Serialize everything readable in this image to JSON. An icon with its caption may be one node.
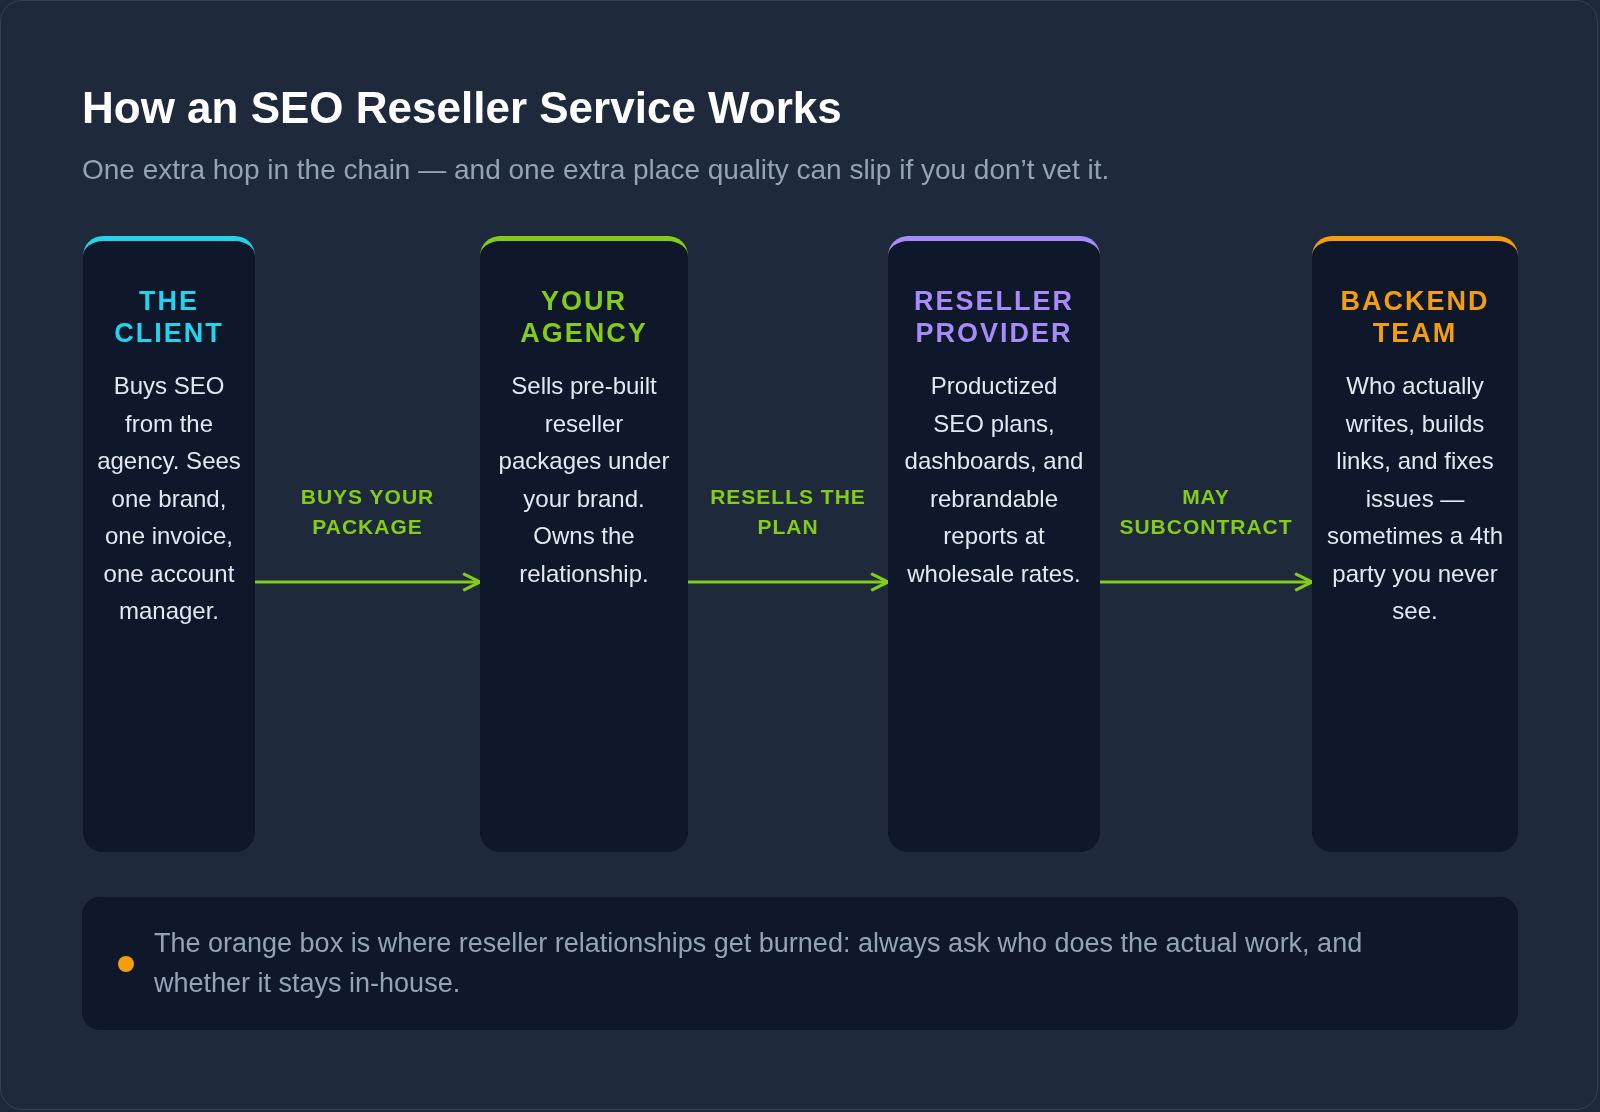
{
  "diagram": {
    "title": "How an SEO Reseller Service Works",
    "nodes": [
      {
        "text": [
          "THE CLIENT",
          "Buys SEO from the agency. Sees one brand, one invoice, one account manager."
        ]
      },
      {
        "text": [
          "YOUR AGENCY",
          "Sells pre-built reseller packages under your brand. Owns the relationship."
        ]
      },
      {
        "text": [
          "RESELLER PROVIDER",
          "Productized SEO plans, dashboards, and rebrandable reports at wholesale rates."
        ]
      },
      {
        "text": [
          "BACKEND TEAM",
          "Who actually writes, builds links, and fixes issues — sometimes a 4th party you never see."
        ]
      }
    ],
    "edges": [
      {
        "from": 0,
        "to": 1,
        "arrow": "to",
        "label": "BUYS YOUR PACKAGE"
      },
      {
        "from": 1,
        "to": 2,
        "arrow": "to",
        "label": "RESELLS THE PLAN"
      },
      {
        "from": 2,
        "to": 3,
        "arrow": "to",
        "label": "MAY SUBCONTRACT"
      }
    ],
    "labels": [
      "One extra hop in the chain — and one extra place quality can slip if you don’t vet it.",
      "The orange box is where reseller relationships get burned: always ask who does the actual work, and whether it stays in-house."
    ]
  }
}
